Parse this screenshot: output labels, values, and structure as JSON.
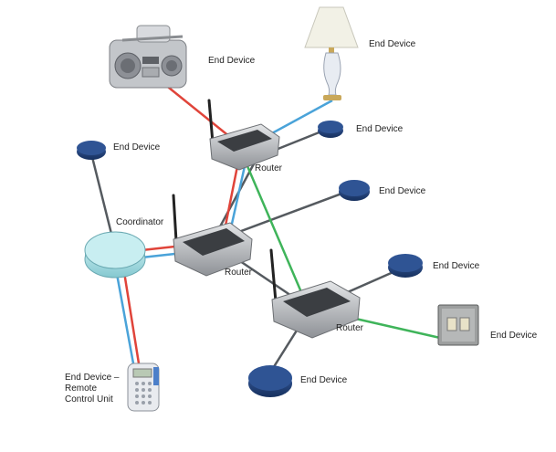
{
  "labels": {
    "end_device_boombox": "End Device",
    "end_device_lamp": "End Device",
    "end_device_left_top": "End Device",
    "end_device_router1": "End Device",
    "end_device_mid_right": "End Device",
    "end_device_right": "End Device",
    "end_device_switch": "End Device",
    "end_device_bottom": "End Device",
    "coordinator": "Coordinator",
    "router_1": "Router",
    "router_2": "Router",
    "router_3": "Router",
    "remote_line1": "End Device –",
    "remote_line2": "Remote",
    "remote_line3": "Control Unit"
  },
  "link_colors": {
    "mesh": "#555a5f",
    "red": "#e0443a",
    "blue": "#4aa3d9",
    "green": "#3fb45a"
  },
  "device_colors": {
    "end_node": "#1f3f7a",
    "coordinator": "#a8e0e6",
    "router": "#b5b7ba"
  }
}
